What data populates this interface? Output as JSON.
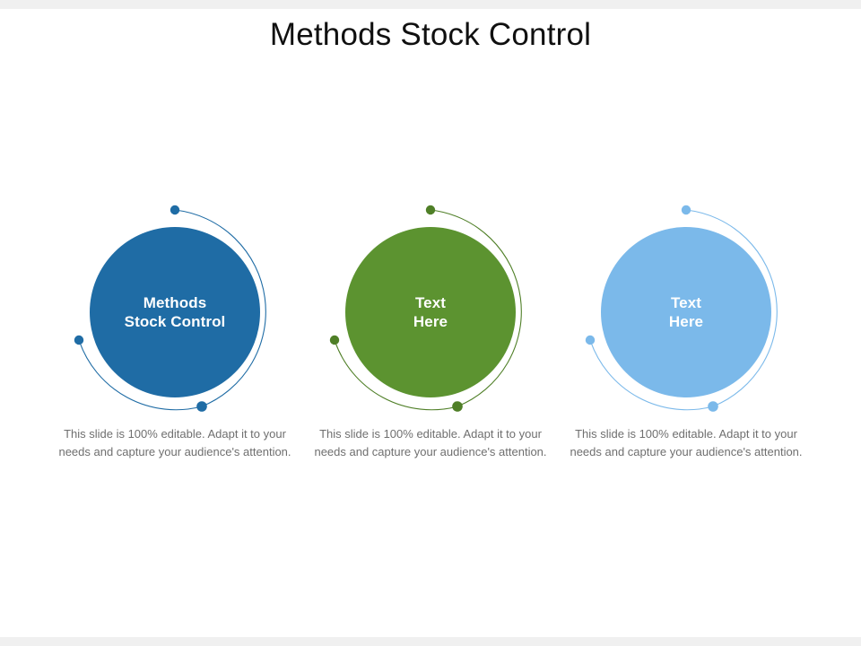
{
  "slide": {
    "title": "Methods Stock Control",
    "background_color": "#ffffff",
    "edge_band_color": "#f0f0f0",
    "title_color": "#101010",
    "caption_color": "#6f6f6f"
  },
  "cards": [
    {
      "bubble_label": "Methods\nStock Control",
      "bubble_color": "#1f6ca5",
      "accent_color": "#1f6ca5",
      "label_color": "#ffffff",
      "caption": "This slide is 100% editable.  Adapt it to your needs and capture your audience's attention."
    },
    {
      "bubble_label": "Text\nHere",
      "bubble_color": "#5c9330",
      "accent_color": "#4f7f27",
      "label_color": "#ffffff",
      "caption": "This slide is 100% editable.  Adapt it to your needs and capture your audience's attention."
    },
    {
      "bubble_label": "Text\nHere",
      "bubble_color": "#7bb9ea",
      "accent_color": "#7bb9ea",
      "label_color": "#ffffff",
      "caption": "This slide is 100% editable.  Adapt it to your needs and capture your audience's attention."
    }
  ]
}
